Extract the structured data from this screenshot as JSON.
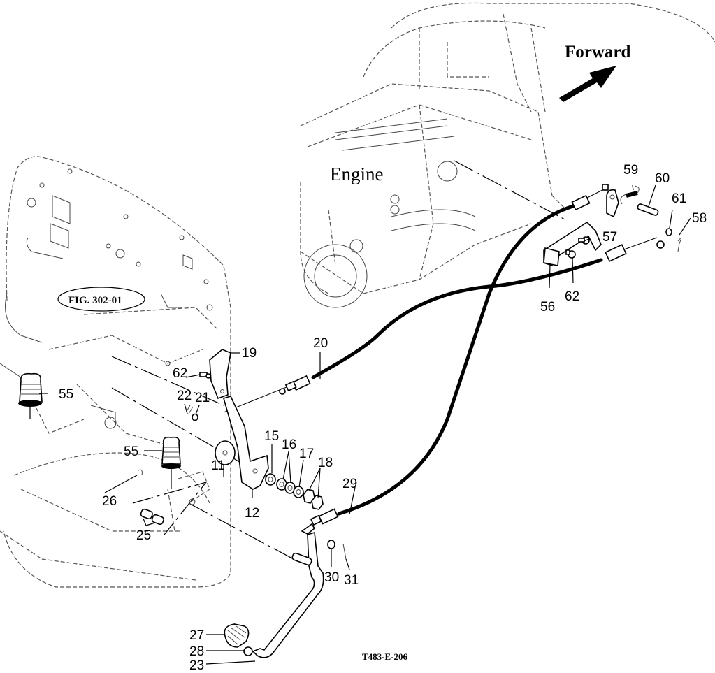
{
  "diagram": {
    "title_direction": "Forward",
    "engine_label": "Engine",
    "figure_reference": "FIG. 302-01",
    "drawing_code": "T483-E-206",
    "callouts": [
      {
        "id": "c11",
        "label": "11"
      },
      {
        "id": "c12",
        "label": "12"
      },
      {
        "id": "c15",
        "label": "15"
      },
      {
        "id": "c16",
        "label": "16"
      },
      {
        "id": "c17",
        "label": "17"
      },
      {
        "id": "c18",
        "label": "18"
      },
      {
        "id": "c19",
        "label": "19"
      },
      {
        "id": "c20",
        "label": "20"
      },
      {
        "id": "c21",
        "label": "21"
      },
      {
        "id": "c22",
        "label": "22"
      },
      {
        "id": "c23",
        "label": "23"
      },
      {
        "id": "c25",
        "label": "25"
      },
      {
        "id": "c26",
        "label": "26"
      },
      {
        "id": "c27",
        "label": "27"
      },
      {
        "id": "c28",
        "label": "28"
      },
      {
        "id": "c29",
        "label": "29"
      },
      {
        "id": "c30",
        "label": "30"
      },
      {
        "id": "c31",
        "label": "31"
      },
      {
        "id": "c55a",
        "label": "55"
      },
      {
        "id": "c55b",
        "label": "55"
      },
      {
        "id": "c56",
        "label": "56"
      },
      {
        "id": "c57",
        "label": "57"
      },
      {
        "id": "c58",
        "label": "58"
      },
      {
        "id": "c59",
        "label": "59"
      },
      {
        "id": "c60",
        "label": "60"
      },
      {
        "id": "c61",
        "label": "61"
      },
      {
        "id": "c62a",
        "label": "62"
      },
      {
        "id": "c62b",
        "label": "62"
      }
    ]
  }
}
